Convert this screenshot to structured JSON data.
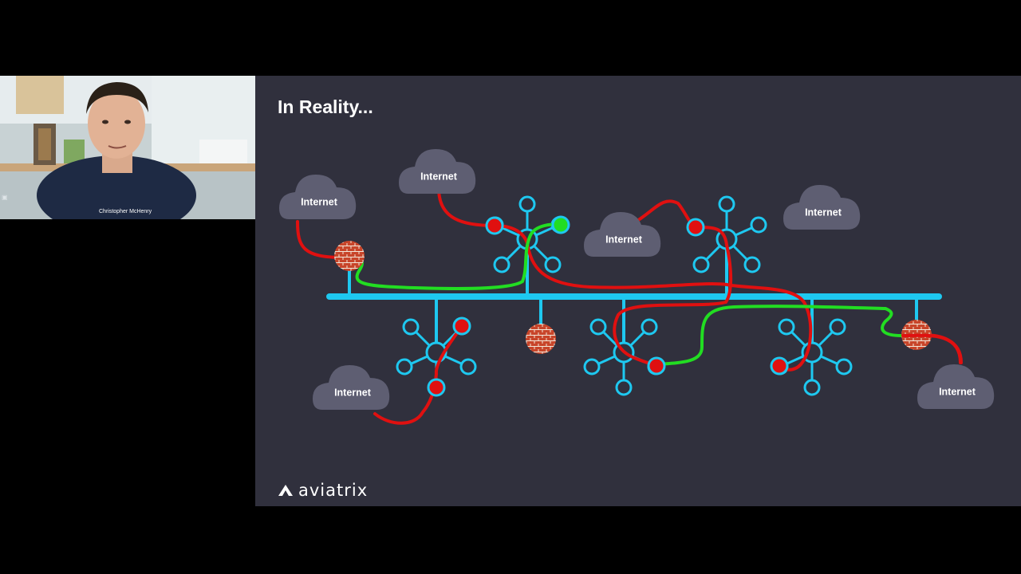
{
  "participant": {
    "name": "Christopher McHenry"
  },
  "slide": {
    "title": "In Reality...",
    "brand": "aviatrix",
    "clouds": [
      "Internet",
      "Internet",
      "Internet",
      "Internet",
      "Internet",
      "Internet"
    ]
  },
  "colors": {
    "background": "#30303d",
    "bus": "#1ec8f0",
    "node": "#1ec8f0",
    "red_path": "#e01010",
    "green_path": "#22dd22",
    "cloud": "#5e5e72",
    "firewall": "#c8452a"
  }
}
